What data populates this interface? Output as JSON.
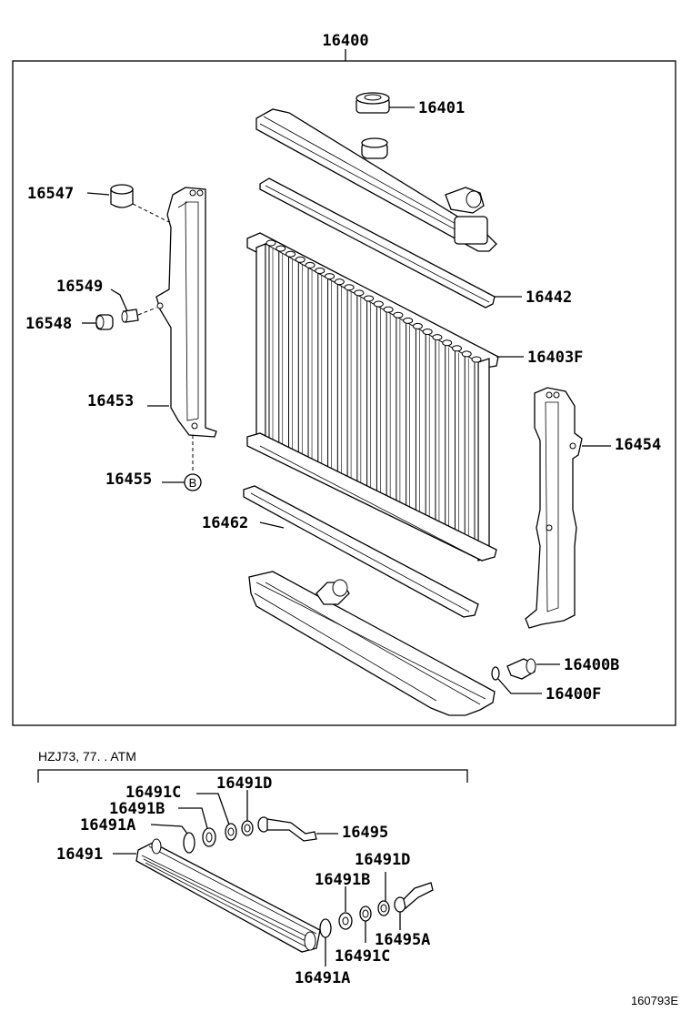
{
  "assembly_label": "16400",
  "variant_note": "HZJ73, 77. . ATM",
  "figure_id": "160793E",
  "callout_b": "B",
  "parts": {
    "p16401": "16401",
    "p16547": "16547",
    "p16549": "16549",
    "p16548": "16548",
    "p16442": "16442",
    "p16403F": "16403F",
    "p16453": "16453",
    "p16454": "16454",
    "p16455": "16455",
    "p16462": "16462",
    "p16400B": "16400B",
    "p16400F": "16400F",
    "p16491C_top": "16491C",
    "p16491D_top": "16491D",
    "p16491B_top": "16491B",
    "p16491A_top": "16491A",
    "p16495": "16495",
    "p16491": "16491",
    "p16491D_bot": "16491D",
    "p16491B_bot": "16491B",
    "p16495A": "16495A",
    "p16491C_bot": "16491C",
    "p16491A_bot": "16491A"
  }
}
